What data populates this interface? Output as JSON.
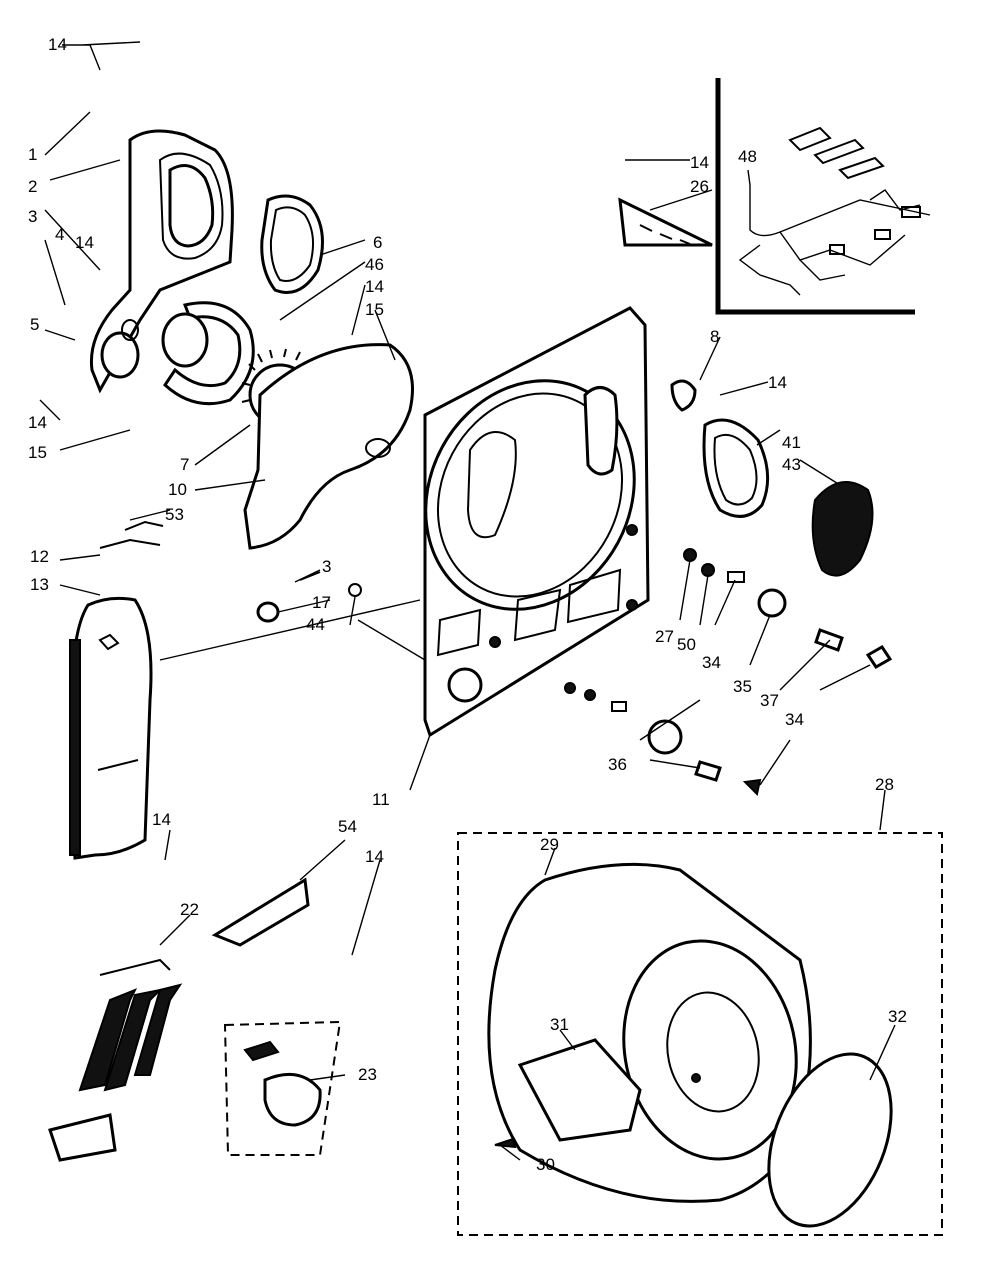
{
  "labels": {
    "l1": "1",
    "l2": "2",
    "l3a": "3",
    "l3b": "3",
    "l4": "4",
    "l5": "5",
    "l6": "6",
    "l7": "7",
    "l8": "8",
    "l10": "10",
    "l11": "11",
    "l12": "12",
    "l13": "13",
    "l14a": "14",
    "l14b": "14",
    "l14c": "14",
    "l14d": "14",
    "l14e": "14",
    "l14f": "14",
    "l14g": "14",
    "l14h": "14",
    "l15a": "15",
    "l15b": "15",
    "l17": "17",
    "l22": "22",
    "l23": "23",
    "l26": "26",
    "l27": "27",
    "l28": "28",
    "l29": "29",
    "l30": "30",
    "l31": "31",
    "l32": "32",
    "l34a": "34",
    "l34b": "34",
    "l35": "35",
    "l36": "36",
    "l37": "37",
    "l41": "41",
    "l43": "43",
    "l44": "44",
    "l46": "46",
    "l48": "48",
    "l50": "50",
    "l53": "53",
    "l54": "54"
  }
}
